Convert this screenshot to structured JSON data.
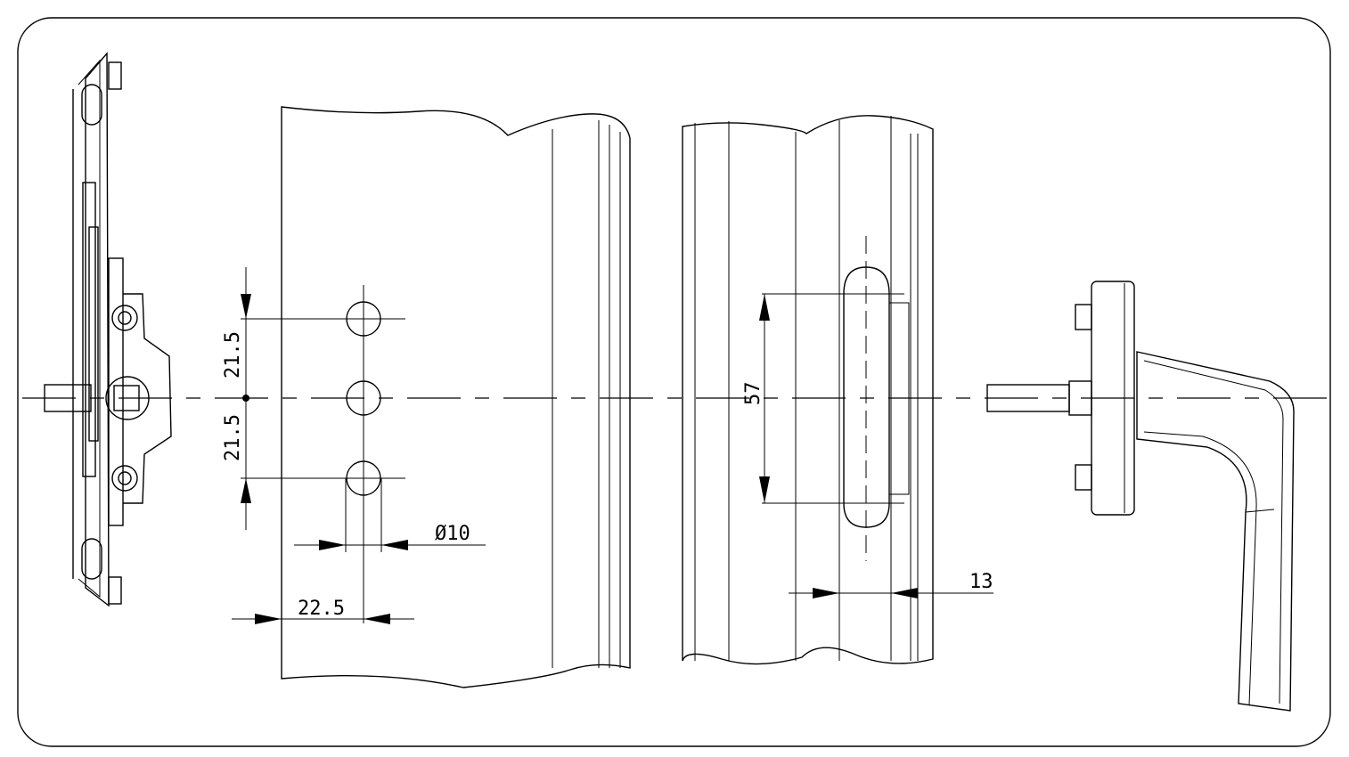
{
  "drawing": {
    "dimensions": {
      "upper_spacing": "21.5",
      "lower_spacing": "21.5",
      "hole_diameter": "Ø10",
      "edge_offset": "22.5",
      "slot_length": "57",
      "slot_offset": "13"
    }
  }
}
